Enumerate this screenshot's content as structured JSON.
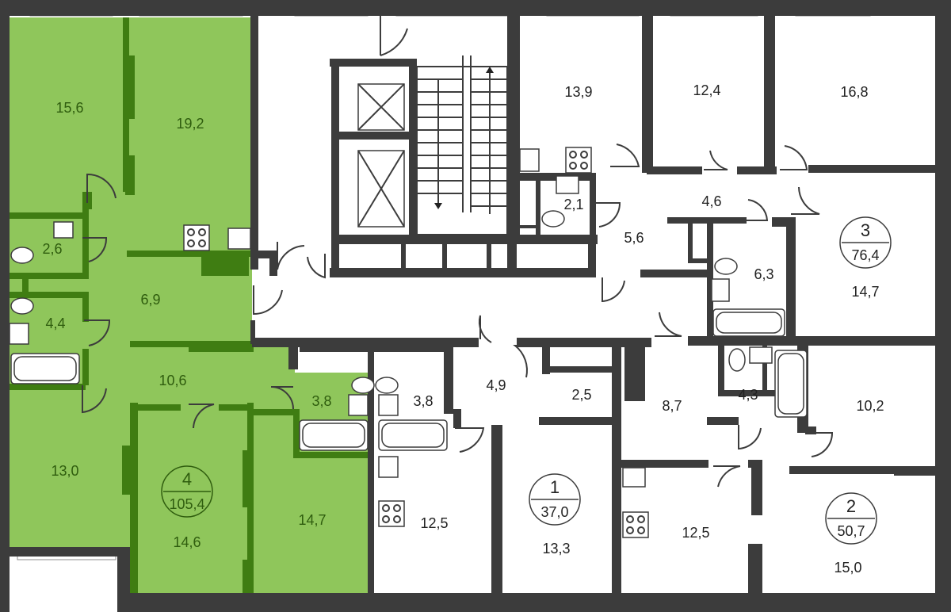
{
  "colors": {
    "highlight_fill": "#8fc65b",
    "highlight_wall": "#3f7d12",
    "wall": "#3c3c3c",
    "background": "#ffffff"
  },
  "highlighted_apartment": "4",
  "apartments": [
    {
      "number": "4",
      "area": "105,4",
      "highlighted": true
    },
    {
      "number": "1",
      "area": "37,0",
      "highlighted": false
    },
    {
      "number": "2",
      "area": "50,7",
      "highlighted": false
    },
    {
      "number": "3",
      "area": "76,4",
      "highlighted": false
    }
  ],
  "rooms": [
    {
      "apartment": "4",
      "area": "15,6"
    },
    {
      "apartment": "4",
      "area": "19,2"
    },
    {
      "apartment": "4",
      "area": "2,6"
    },
    {
      "apartment": "4",
      "area": "6,9"
    },
    {
      "apartment": "4",
      "area": "4,4"
    },
    {
      "apartment": "4",
      "area": "10,6"
    },
    {
      "apartment": "4",
      "area": "3,8"
    },
    {
      "apartment": "4",
      "area": "13,0"
    },
    {
      "apartment": "4",
      "area": "14,6"
    },
    {
      "apartment": "4",
      "area": "14,7"
    },
    {
      "apartment": "1",
      "area": "3,8"
    },
    {
      "apartment": "1",
      "area": "4,9"
    },
    {
      "apartment": "1",
      "area": "12,5"
    },
    {
      "apartment": "1",
      "area": "13,3"
    },
    {
      "apartment": "1",
      "area": "2,5"
    },
    {
      "apartment": "2",
      "area": "8,7"
    },
    {
      "apartment": "2",
      "area": "4,3"
    },
    {
      "apartment": "2",
      "area": "12,5"
    },
    {
      "apartment": "2",
      "area": "15,0"
    },
    {
      "apartment": "2",
      "area": "10,2"
    },
    {
      "apartment": "3",
      "area": "13,9"
    },
    {
      "apartment": "3",
      "area": "12,4"
    },
    {
      "apartment": "3",
      "area": "16,8"
    },
    {
      "apartment": "3",
      "area": "2,1"
    },
    {
      "apartment": "3",
      "area": "5,6"
    },
    {
      "apartment": "3",
      "area": "4,6"
    },
    {
      "apartment": "3",
      "area": "6,3"
    },
    {
      "apartment": "3",
      "area": "14,7"
    }
  ]
}
